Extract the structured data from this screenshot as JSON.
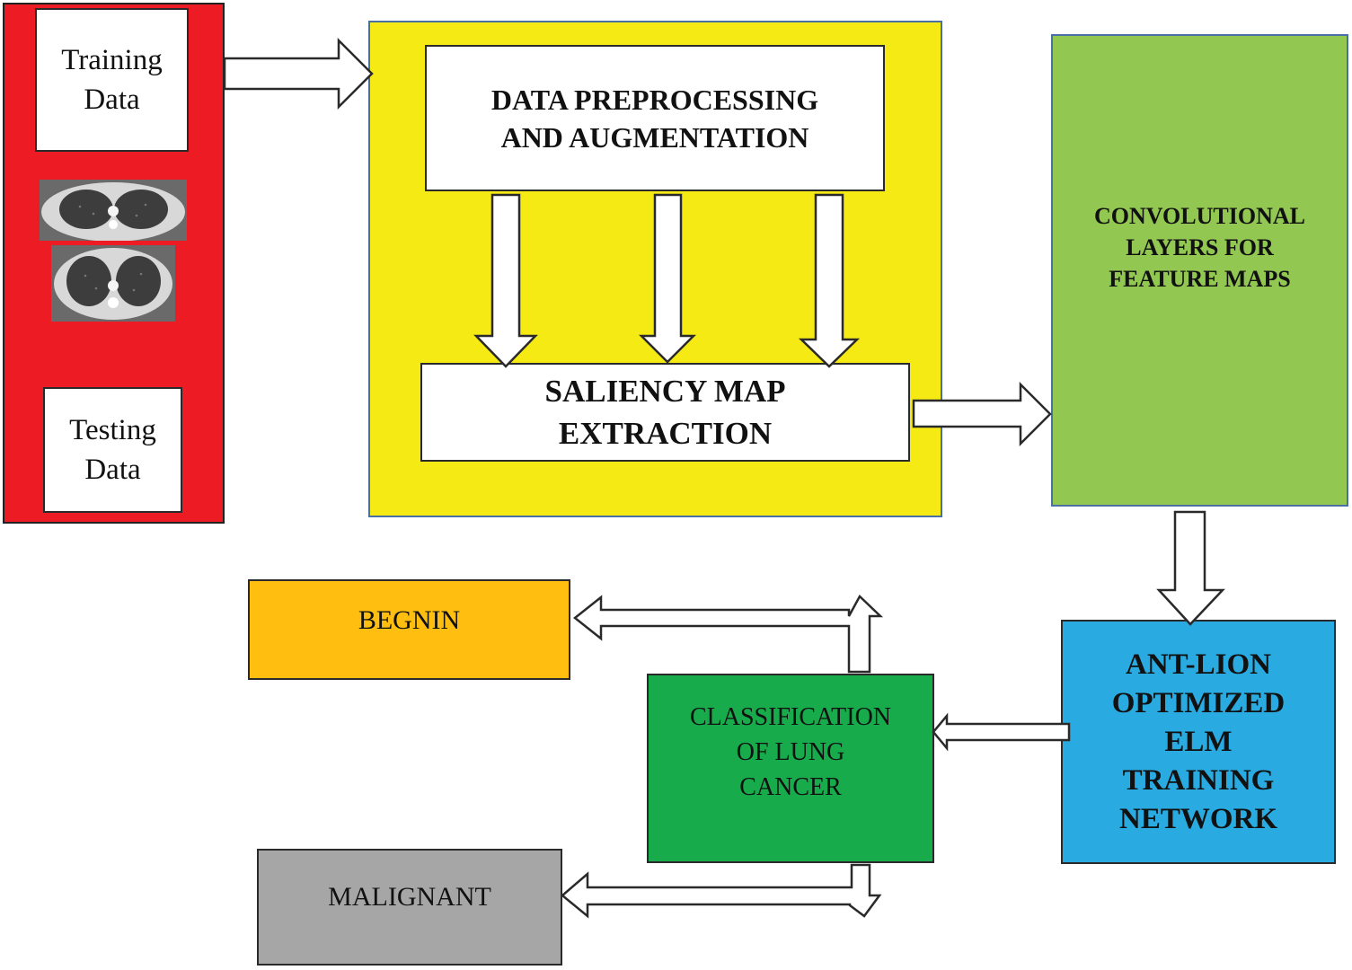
{
  "inputs": {
    "training_label": "Training\nData",
    "testing_label": "Testing\nData"
  },
  "preprocessing": {
    "title": "DATA PREPROCESSING\nAND AUGMENTATION"
  },
  "saliency": {
    "title": "SALIENCY MAP\nEXTRACTION"
  },
  "convolution": {
    "title": "CONVOLUTIONAL\nLAYERS FOR\nFEATURE MAPS"
  },
  "antlion": {
    "title": "ANT-LION\nOPTIMIZED\nELM\nTRAINING\nNETWORK"
  },
  "classification": {
    "title": "CLASSIFICATION\nOF LUNG\nCANCER"
  },
  "outputs": {
    "benign_label": "BEGNIN",
    "malignant_label": "MALIGNANT"
  },
  "colors": {
    "input_panel": "#ed1c24",
    "preprocessing_panel": "#f5ea14",
    "convolution_panel": "#92c751",
    "antlion_box": "#29abe2",
    "classification_box": "#17ab4b",
    "benign_box": "#ffbe10",
    "malignant_box": "#a6a6a6"
  },
  "images": {
    "ct_scan_1": "lung-ct-scan",
    "ct_scan_2": "lung-ct-scan"
  }
}
